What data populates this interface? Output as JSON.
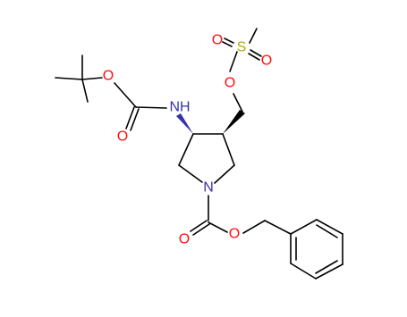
{
  "molecule": {
    "atom_labels": {
      "o_mesyl_double_1": "O",
      "s_mesyl": "S",
      "o_mesyl_double_2": "O",
      "o_mesyl_ester": "O",
      "o_boc_ether": "O",
      "nh_boc": "NH",
      "o_boc_carbonyl": "O",
      "n_ring": "N",
      "o_cbz_carbonyl": "O",
      "o_cbz_ether": "O"
    },
    "colors": {
      "oxygen": "#ff0d0d",
      "nitrogen": "#3333aa",
      "sulfur": "#aaaa00",
      "bond": "#000000",
      "background": "#ffffff"
    }
  }
}
